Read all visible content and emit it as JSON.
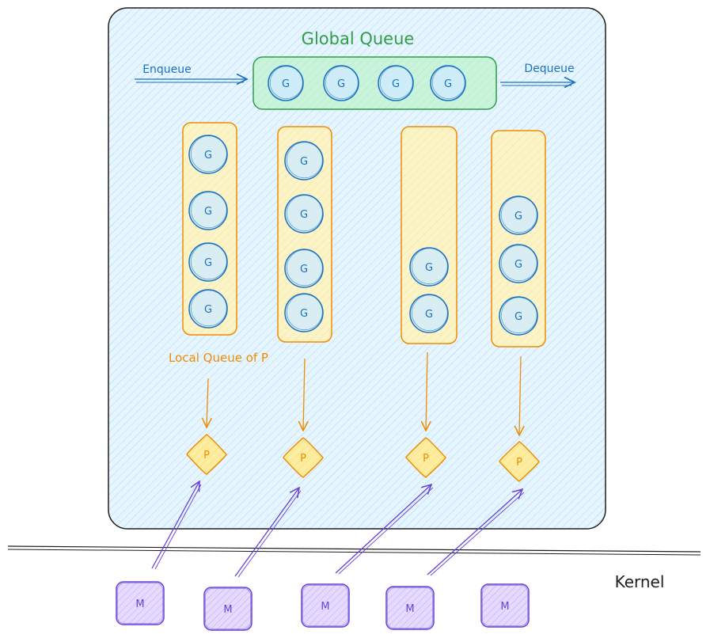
{
  "global_queue": {
    "title": "Global Queue",
    "enqueue_label": "Enqueue",
    "dequeue_label": "Dequeue",
    "goroutine_label": "G",
    "goroutine_count": 4
  },
  "local_queues": {
    "caption": "Local Queue of P",
    "goroutine_label": "G",
    "goroutine_counts": [
      4,
      4,
      2,
      3
    ]
  },
  "processors": {
    "label": "P",
    "count": 4
  },
  "machines": {
    "label": "M",
    "count": 5
  },
  "kernel": {
    "label": "Kernel"
  },
  "colors": {
    "runtime_fill": "#e7f5ff",
    "runtime_stroke": "#1e1e1e",
    "goroutine_stroke": "#1971c2",
    "goroutine_fill": "#d0ebff",
    "global_queue_stroke": "#2f9e44",
    "global_queue_fill": "#d3f9d8",
    "local_queue_stroke": "#f08c00",
    "local_queue_fill": "#fff3bf",
    "processor_stroke": "#f08c00",
    "processor_fill": "#ffec99",
    "machine_stroke": "#6741d9",
    "machine_fill": "#e5dbff",
    "arrow_blue": "#1971c2",
    "arrow_orange": "#f08c00",
    "arrow_purple": "#6741d9",
    "kernel_line": "#1e1e1e"
  }
}
